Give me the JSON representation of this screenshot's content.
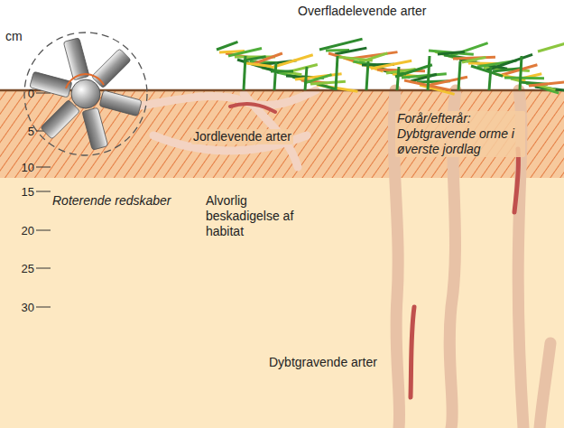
{
  "diagram": {
    "labels": [
      "Overfladelevende arter",
      "cm",
      "0",
      "5",
      "10",
      "15",
      "20",
      "25",
      "30",
      "Jordlevende arter",
      "Forår/efterår: Dybtgravende orme i øverste jordlag",
      "Roterende redskaber",
      "Alvorlig beskadigelse af habitat",
      "Dybtgravende arter"
    ]
  }
}
